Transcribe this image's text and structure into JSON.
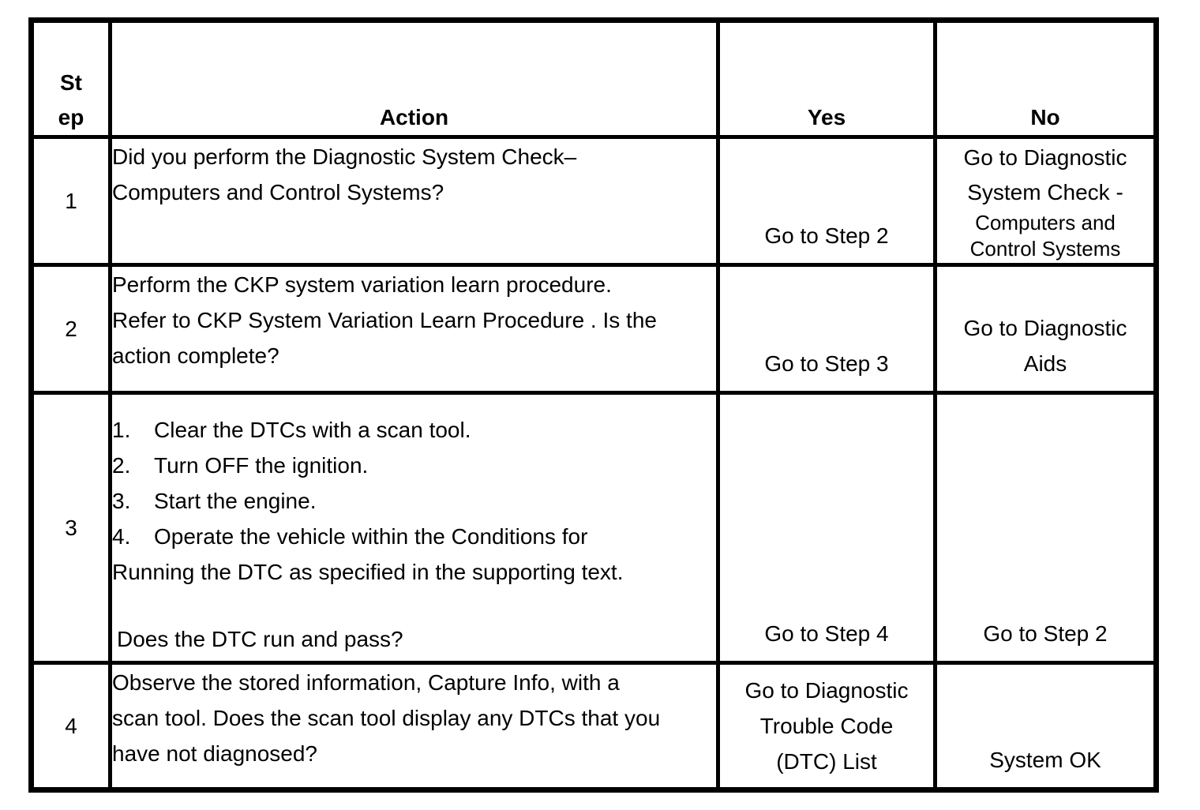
{
  "colors": {
    "background": "#ffffff",
    "text": "#000000",
    "border": "#000000"
  },
  "table": {
    "headers": {
      "step_lines": [
        "St",
        "ep"
      ],
      "action": "Action",
      "yes": "Yes",
      "no": "No"
    },
    "rows": [
      {
        "step": "1",
        "action": {
          "lines": [
            "Did you perform the Diagnostic System Check–",
            "Computers and Control Systems?"
          ]
        },
        "yes": {
          "lines": [
            "Go to Step 2"
          ]
        },
        "no": {
          "lines_large": [
            "Go to Diagnostic",
            "System Check -"
          ],
          "lines_small": [
            "Computers and",
            "Control Systems"
          ]
        }
      },
      {
        "step": "2",
        "action": {
          "lines": [
            "Perform the CKP system variation learn procedure.",
            "Refer to CKP System Variation Learn Procedure . Is the",
            "action complete?"
          ]
        },
        "yes": {
          "lines": [
            "Go to Step 3"
          ]
        },
        "no": {
          "lines": [
            "Go to Diagnostic",
            "Aids"
          ]
        }
      },
      {
        "step": "3",
        "action": {
          "list": [
            {
              "num": "1.",
              "text": "Clear the DTCs with a scan tool."
            },
            {
              "num": "2.",
              "text": "Turn OFF the ignition."
            },
            {
              "num": "3.",
              "text": "Start the engine."
            },
            {
              "num": "4.",
              "text": "Operate the vehicle within the Conditions for"
            }
          ],
          "continuation": "Running the DTC as specified in the supporting text.",
          "question": "Does the DTC run and pass?"
        },
        "yes": {
          "lines": [
            "Go to Step 4"
          ]
        },
        "no": {
          "lines": [
            "Go to Step 2"
          ]
        }
      },
      {
        "step": "4",
        "action": {
          "lines": [
            "Observe the stored information, Capture Info, with a",
            "scan tool. Does the scan tool display any DTCs that you",
            "have not diagnosed?"
          ]
        },
        "yes": {
          "lines": [
            "Go to Diagnostic",
            "Trouble Code",
            "(DTC) List"
          ]
        },
        "no": {
          "lines": [
            "System OK"
          ]
        }
      }
    ]
  }
}
